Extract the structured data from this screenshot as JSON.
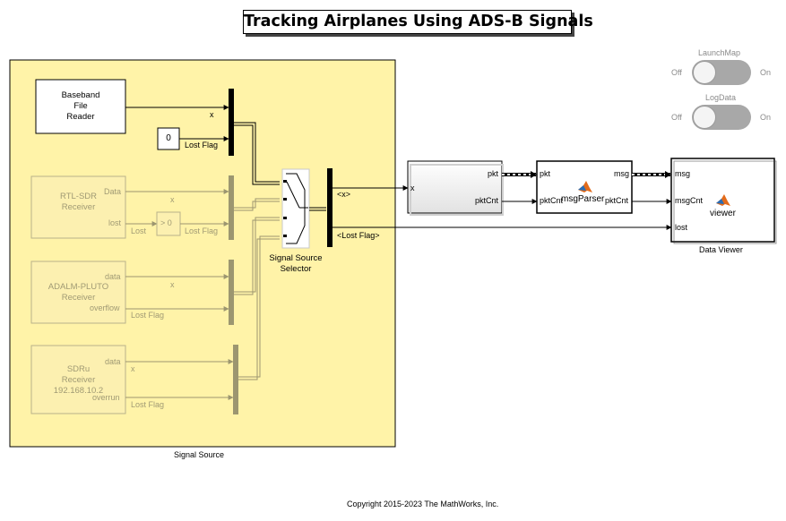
{
  "title": "Tracking Airplanes Using ADS-B Signals",
  "copyright": "Copyright 2015-2023 The MathWorks, Inc.",
  "subsystem": {
    "label": "Signal Source"
  },
  "blocks": {
    "baseband": {
      "line1": "Baseband",
      "line2": "File",
      "line3": "Reader",
      "x_label": "x",
      "lost_label": "Lost Flag"
    },
    "constant": {
      "value": "0"
    },
    "rtl": {
      "line1": "RTL-SDR",
      "line2": "Receiver",
      "port1": "Data",
      "port2": "lost",
      "x_label": "x",
      "lost_label": "Lost",
      "lostflag_label": "Lost Flag"
    },
    "compare": {
      "label": "> 0"
    },
    "pluto": {
      "line1": "ADALM-PLUTO",
      "line2": "Receiver",
      "port1": "data",
      "port2": "overflow",
      "x_label": "x",
      "lost_label": "Lost Flag"
    },
    "sdru": {
      "line1": "SDRu",
      "line2": "Receiver",
      "line3": "192.168.10.2",
      "port1": "data",
      "port2": "overrun",
      "x_label": "x",
      "lost_label": "Lost Flag"
    },
    "selector": {
      "line1": "Signal Source",
      "line2": "Selector"
    },
    "demux": {
      "out1": "<x>",
      "out2": "<Lost Flag>"
    },
    "receiver": {
      "in": "x",
      "out1": "pkt",
      "out2": "pktCnt"
    },
    "parser": {
      "name": "msgParser",
      "in1": "pkt",
      "in2": "pktCnt",
      "out1": "msg",
      "out2": "pktCnt"
    },
    "viewer": {
      "in1": "msg",
      "in2": "msgCnt",
      "in3": "lost",
      "name": "viewer",
      "label": "Data Viewer"
    }
  },
  "switches": {
    "launchmap": {
      "label": "LaunchMap",
      "off": "Off",
      "on": "On",
      "state": "Off"
    },
    "logdata": {
      "label": "LogData",
      "off": "Off",
      "on": "On",
      "state": "Off"
    }
  },
  "colors": {
    "subsystem_fill": "#fff3a8",
    "dim_text": "#a09a74",
    "dim_block_fill": "#fcf0b0",
    "dim_bar": "#9c9670"
  }
}
